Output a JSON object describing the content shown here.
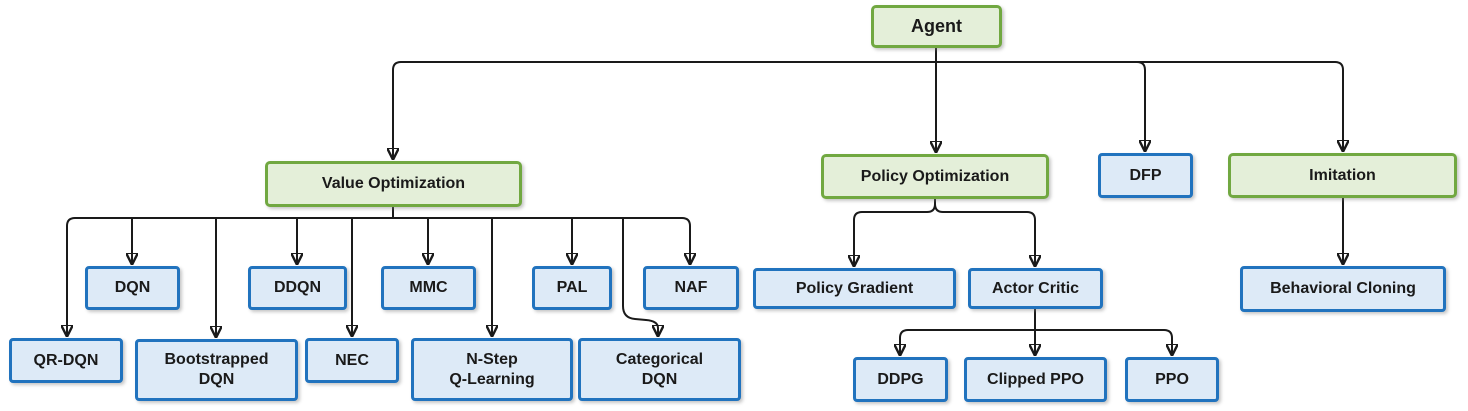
{
  "diagram": {
    "description": "Reinforcement learning agent algorithm hierarchy",
    "colors": {
      "category_fill": "#e4efd9",
      "category_border": "#71a841",
      "algorithm_fill": "#ddeaf7",
      "algorithm_border": "#2173be",
      "connector_line": "#1a1a1a",
      "text": "#1a1a1a",
      "background": "#ffffff"
    },
    "nodes": [
      {
        "id": "agent",
        "label": "Agent",
        "type": "category"
      },
      {
        "id": "value_optimization",
        "label": "Value Optimization",
        "type": "category"
      },
      {
        "id": "policy_optimization",
        "label": "Policy Optimization",
        "type": "category"
      },
      {
        "id": "dfp",
        "label": "DFP",
        "type": "algorithm"
      },
      {
        "id": "imitation",
        "label": "Imitation",
        "type": "category"
      },
      {
        "id": "dqn",
        "label": "DQN",
        "type": "algorithm"
      },
      {
        "id": "ddqn",
        "label": "DDQN",
        "type": "algorithm"
      },
      {
        "id": "mmc",
        "label": "MMC",
        "type": "algorithm"
      },
      {
        "id": "pal",
        "label": "PAL",
        "type": "algorithm"
      },
      {
        "id": "naf",
        "label": "NAF",
        "type": "algorithm"
      },
      {
        "id": "qr_dqn",
        "label": "QR-DQN",
        "type": "algorithm"
      },
      {
        "id": "bootstrapped_dqn",
        "label": "Bootstrapped\nDQN",
        "type": "algorithm"
      },
      {
        "id": "nec",
        "label": "NEC",
        "type": "algorithm"
      },
      {
        "id": "n_step_q_learning",
        "label": "N-Step\nQ-Learning",
        "type": "algorithm"
      },
      {
        "id": "categorical_dqn",
        "label": "Categorical\nDQN",
        "type": "algorithm"
      },
      {
        "id": "policy_gradient",
        "label": "Policy Gradient",
        "type": "algorithm"
      },
      {
        "id": "actor_critic",
        "label": "Actor Critic",
        "type": "algorithm"
      },
      {
        "id": "ddpg",
        "label": "DDPG",
        "type": "algorithm"
      },
      {
        "id": "clipped_ppo",
        "label": "Clipped PPO",
        "type": "algorithm"
      },
      {
        "id": "ppo",
        "label": "PPO",
        "type": "algorithm"
      },
      {
        "id": "behavioral_cloning",
        "label": "Behavioral Cloning",
        "type": "algorithm"
      }
    ],
    "edges": [
      {
        "from": "agent",
        "to": "value_optimization"
      },
      {
        "from": "agent",
        "to": "policy_optimization"
      },
      {
        "from": "agent",
        "to": "dfp"
      },
      {
        "from": "agent",
        "to": "imitation"
      },
      {
        "from": "value_optimization",
        "to": "qr_dqn"
      },
      {
        "from": "value_optimization",
        "to": "dqn"
      },
      {
        "from": "value_optimization",
        "to": "bootstrapped_dqn"
      },
      {
        "from": "value_optimization",
        "to": "ddqn"
      },
      {
        "from": "value_optimization",
        "to": "nec"
      },
      {
        "from": "value_optimization",
        "to": "mmc"
      },
      {
        "from": "value_optimization",
        "to": "n_step_q_learning"
      },
      {
        "from": "value_optimization",
        "to": "pal"
      },
      {
        "from": "value_optimization",
        "to": "categorical_dqn"
      },
      {
        "from": "value_optimization",
        "to": "naf"
      },
      {
        "from": "policy_optimization",
        "to": "policy_gradient"
      },
      {
        "from": "policy_optimization",
        "to": "actor_critic"
      },
      {
        "from": "actor_critic",
        "to": "ddpg"
      },
      {
        "from": "actor_critic",
        "to": "clipped_ppo"
      },
      {
        "from": "actor_critic",
        "to": "ppo"
      },
      {
        "from": "imitation",
        "to": "behavioral_cloning"
      }
    ]
  }
}
